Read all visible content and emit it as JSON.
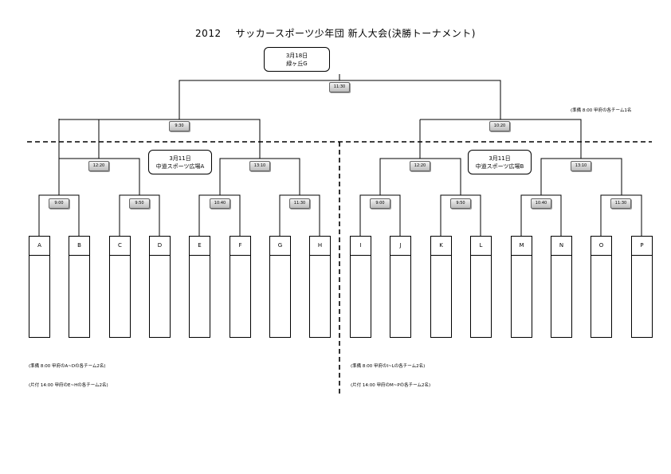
{
  "header": {
    "year": "2012",
    "name": "サッカースポーツ少年団 新人大会(決勝トーナメント)"
  },
  "final_venue": {
    "date": "3月18日",
    "place": "緑ヶ丘G"
  },
  "venue_a": {
    "date": "3月11日",
    "place": "中道スポーツ広場A"
  },
  "venue_b": {
    "date": "3月11日",
    "place": "中道スポーツ広場B"
  },
  "times": {
    "final": "11:30",
    "semi_left": "9:30",
    "semi_right": "10:20",
    "qf": [
      "12:20",
      "13:10",
      "12:20",
      "13:10"
    ],
    "r1": [
      "9:00",
      "9:50",
      "10:40",
      "11:30",
      "9:00",
      "9:50",
      "10:40",
      "11:30"
    ]
  },
  "teams": [
    "A",
    "B",
    "C",
    "D",
    "E",
    "F",
    "G",
    "H",
    "I",
    "J",
    "K",
    "L",
    "M",
    "N",
    "O",
    "P"
  ],
  "notes": {
    "final_prep": "(準備 8:00 甲府の各チーム1名",
    "left_prep": "(準備 8:00 甲府のA~Dの各チーム2名)",
    "left_cleanup": "(片付 14:00 甲府のE~Hの各チーム2名)",
    "right_prep": "(準備 8:00 甲府のI~Lの各チーム2名)",
    "right_cleanup": "(片付 14:00 甲府のM~Pの各チーム2名)"
  }
}
